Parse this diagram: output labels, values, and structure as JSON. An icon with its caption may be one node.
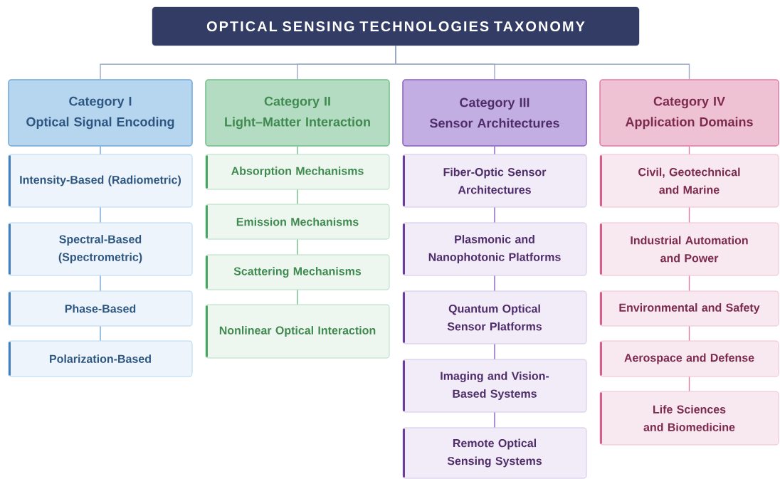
{
  "diagram": {
    "nodes": [
      {
        "text": [
          "OPTICAL SENSING TECHNOLOGIES TAXONOMY"
        ]
      },
      {
        "text": [
          "Category I",
          "Optical Signal Encoding"
        ]
      },
      {
        "text": [
          "Intensity-Based (Radiometric)"
        ]
      },
      {
        "text": [
          "Spectral-Based (Spectrometric)"
        ]
      },
      {
        "text": [
          "Phase-Based"
        ]
      },
      {
        "text": [
          "Polarization-Based"
        ]
      },
      {
        "text": [
          "Category II",
          "Light–Matter Interaction"
        ]
      },
      {
        "text": [
          "Absorption Mechanisms"
        ]
      },
      {
        "text": [
          "Emission Mechanisms"
        ]
      },
      {
        "text": [
          "Scattering Mechanisms"
        ]
      },
      {
        "text": [
          "Nonlinear Optical Interaction"
        ]
      },
      {
        "text": [
          "Category III",
          "Sensor Architectures"
        ]
      },
      {
        "text": [
          "Fiber-Optic Sensor Architectures"
        ]
      },
      {
        "text": [
          "Plasmonic and Nanophotonic Platforms"
        ]
      },
      {
        "text": [
          "Quantum Optical Sensor Platforms"
        ]
      },
      {
        "text": [
          "Imaging and Vision-Based Systems"
        ]
      },
      {
        "text": [
          "Remote Optical Sensing Systems"
        ]
      },
      {
        "text": [
          "Category IV",
          "Application Domains"
        ]
      },
      {
        "text": [
          "Civil, Geotechnical and Marine"
        ]
      },
      {
        "text": [
          "Industrial Automation and Power"
        ]
      },
      {
        "text": [
          "Environmental and Safety"
        ]
      },
      {
        "text": [
          "Aerospace and Defense"
        ]
      },
      {
        "text": [
          "Life Sciences and Biomedicine"
        ]
      }
    ],
    "edges": [
      {
        "from": 0,
        "to": 1,
        "arrow": "none"
      },
      {
        "from": 0,
        "to": 6,
        "arrow": "none"
      },
      {
        "from": 0,
        "to": 11,
        "arrow": "none"
      },
      {
        "from": 0,
        "to": 17,
        "arrow": "none"
      },
      {
        "from": 1,
        "to": 2,
        "arrow": "none",
        "color": "#6fa6d9"
      },
      {
        "from": 2,
        "to": 3,
        "arrow": "none",
        "color": "#6fa6d9"
      },
      {
        "from": 3,
        "to": 4,
        "arrow": "none",
        "color": "#6fa6d9"
      },
      {
        "from": 4,
        "to": 5,
        "arrow": "none",
        "color": "#6fa6d9"
      },
      {
        "from": 6,
        "to": 7,
        "arrow": "none",
        "color": "#6fbd85"
      },
      {
        "from": 7,
        "to": 8,
        "arrow": "none",
        "color": "#6fbd85"
      },
      {
        "from": 8,
        "to": 9,
        "arrow": "none",
        "color": "#6fbd85"
      },
      {
        "from": 9,
        "to": 10,
        "arrow": "none",
        "color": "#6fbd85"
      },
      {
        "from": 11,
        "to": 12,
        "arrow": "none",
        "color": "#8a5cc0"
      },
      {
        "from": 12,
        "to": 13,
        "arrow": "none",
        "color": "#8a5cc0"
      },
      {
        "from": 13,
        "to": 14,
        "arrow": "none",
        "color": "#8a5cc0"
      },
      {
        "from": 14,
        "to": 15,
        "arrow": "none",
        "color": "#8a5cc0"
      },
      {
        "from": 15,
        "to": 16,
        "arrow": "none",
        "color": "#8a5cc0"
      },
      {
        "from": 17,
        "to": 18,
        "arrow": "none",
        "color": "#e07aa3"
      },
      {
        "from": 18,
        "to": 19,
        "arrow": "none",
        "color": "#e07aa3"
      },
      {
        "from": 19,
        "to": 20,
        "arrow": "none",
        "color": "#e07aa3"
      },
      {
        "from": 20,
        "to": 21,
        "arrow": "none",
        "color": "#e07aa3"
      },
      {
        "from": 21,
        "to": 22,
        "arrow": "none",
        "color": "#e07aa3"
      }
    ]
  }
}
